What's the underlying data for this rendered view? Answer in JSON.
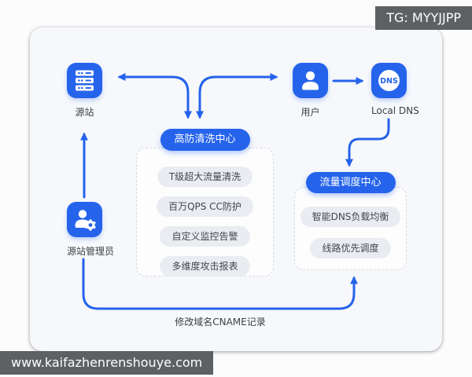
{
  "overlays": {
    "tg_badge": "TG: MYYJJPP",
    "watermark": "www.kaifazhenrenshouye.com"
  },
  "nodes": {
    "origin": {
      "label": "源站"
    },
    "user": {
      "label": "用户"
    },
    "local_dns": {
      "label": "Local DNS",
      "icon_text": "DNS"
    },
    "admin": {
      "label": "源站管理员"
    }
  },
  "groups": {
    "scrubbing_center": {
      "title": "高防清洗中心",
      "items": [
        "T级超大流量清洗",
        "百万QPS CC防护",
        "自定义监控告警",
        "多维度攻击报表"
      ]
    },
    "scheduling_center": {
      "title": "流量调度中心",
      "items": [
        "智能DNS负载均衡",
        "线路优先调度"
      ]
    }
  },
  "annotations": {
    "cname_note": "修改域名CNAME记录"
  },
  "colors": {
    "accent_blue": "#2563eb",
    "item_pill_gray": "#e9ecf1",
    "badge_gray": "#5d6164",
    "card_bg": "#f7f8fb"
  }
}
